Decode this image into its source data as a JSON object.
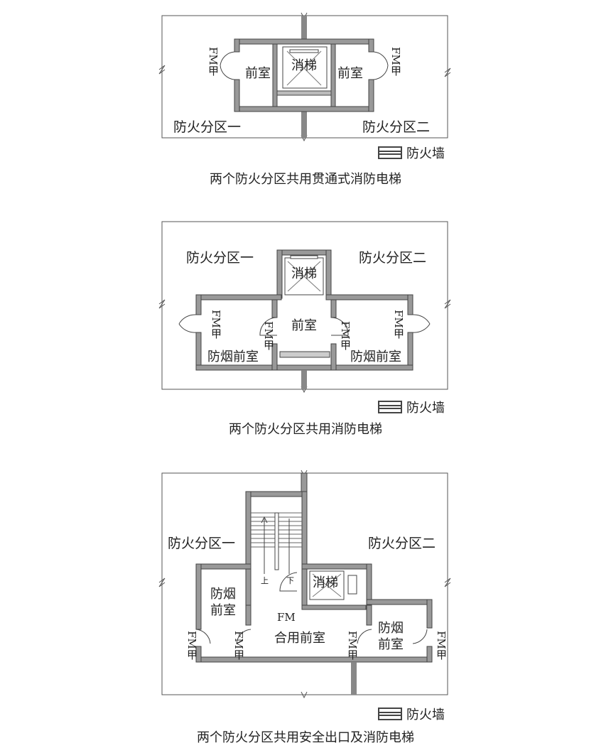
{
  "legend_label": "防火墙",
  "diagram1": {
    "zone1": "防火分区一",
    "zone2": "防火分区二",
    "anteroom_left": "前室",
    "anteroom_right": "前室",
    "elevator": "消梯",
    "door_left": "FM甲",
    "door_right": "FM甲",
    "caption": "两个防火分区共用贯通式消防电梯"
  },
  "diagram2": {
    "zone1": "防火分区一",
    "zone2": "防火分区二",
    "elevator": "消梯",
    "anteroom": "前室",
    "smoke_left": "防烟前室",
    "smoke_right": "防烟前室",
    "door_outer_left": "FM甲",
    "door_inner_left": "FM甲",
    "door_inner_right": "FM甲",
    "door_outer_right": "FM甲",
    "caption": "两个防火分区共用消防电梯"
  },
  "diagram3": {
    "zone1": "防火分区一",
    "zone2": "防火分区二",
    "elevator": "消梯",
    "smoke_left": "防烟\n前室",
    "smoke_right": "防烟\n前室",
    "shared_anteroom": "合用前室",
    "stair_door": "FM",
    "stair_up": "上",
    "stair_down": "下",
    "door_1": "FM甲",
    "door_2": "FM甲",
    "door_3": "FM甲",
    "door_4": "FM甲",
    "caption": "两个防火分区共用安全出口及消防电梯"
  }
}
